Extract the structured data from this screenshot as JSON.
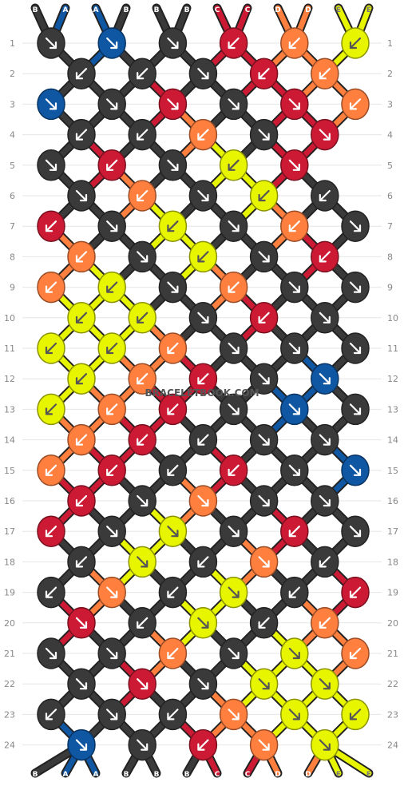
{
  "colors": {
    "A": "#0f56a3",
    "B": "#3a3a3a",
    "C": "#cc1a34",
    "D": "#ff7f3f",
    "E": "#e8f500"
  },
  "icons": {
    "forward": "arrow-down-right",
    "backward": "arrow-down-left"
  },
  "watermark": "BRACELETBOOK.COM",
  "top_labels": [
    "B",
    "A",
    "A",
    "B",
    "B",
    "B",
    "C",
    "C",
    "D",
    "D",
    "E",
    "E"
  ],
  "bottom_labels": [
    "B",
    "A",
    "A",
    "B",
    "B",
    "B",
    "C",
    "C",
    "D",
    "D",
    "E",
    "E"
  ],
  "row_numbers": [
    "1",
    "2",
    "3",
    "4",
    "5",
    "6",
    "7",
    "8",
    "9",
    "10",
    "11",
    "12",
    "13",
    "14",
    "15",
    "16",
    "17",
    "18",
    "19",
    "20",
    "21",
    "22",
    "23",
    "24"
  ],
  "knot_colors": [
    [
      "B",
      "A",
      "B",
      "C",
      "D",
      "E"
    ],
    [
      "B",
      "B",
      "B",
      "C",
      "D"
    ],
    [
      "A",
      "B",
      "C",
      "B",
      "C",
      "D"
    ],
    [
      "B",
      "B",
      "D",
      "B",
      "C"
    ],
    [
      "B",
      "C",
      "B",
      "E",
      "C"
    ],
    [
      "B",
      "D",
      "B",
      "E",
      "B"
    ],
    [
      "C",
      "B",
      "E",
      "B",
      "D",
      "B"
    ],
    [
      "D",
      "B",
      "E",
      "B",
      "C"
    ],
    [
      "D",
      "E",
      "B",
      "D",
      "B",
      "B"
    ],
    [
      "E",
      "E",
      "B",
      "C",
      "B"
    ],
    [
      "E",
      "E",
      "D",
      "B",
      "B",
      "B"
    ],
    [
      "E",
      "D",
      "C",
      "B",
      "A"
    ],
    [
      "E",
      "D",
      "C",
      "B",
      "A",
      "B"
    ],
    [
      "D",
      "C",
      "B",
      "B",
      "B"
    ],
    [
      "D",
      "C",
      "B",
      "C",
      "B",
      "A"
    ],
    [
      "C",
      "B",
      "D",
      "B",
      "B"
    ],
    [
      "C",
      "B",
      "E",
      "B",
      "C",
      "B"
    ],
    [
      "B",
      "E",
      "B",
      "D",
      "B"
    ],
    [
      "B",
      "D",
      "B",
      "E",
      "B",
      "C"
    ],
    [
      "C",
      "B",
      "E",
      "B",
      "D"
    ],
    [
      "B",
      "B",
      "D",
      "B",
      "E",
      "D"
    ],
    [
      "B",
      "C",
      "B",
      "E",
      "E"
    ],
    [
      "B",
      "B",
      "B",
      "D",
      "E",
      "E"
    ],
    [
      "A",
      "B",
      "C",
      "D",
      "E"
    ]
  ],
  "knot_directions": [
    [
      "f",
      "f",
      "f",
      "b",
      "b",
      "b"
    ],
    [
      "b",
      "b",
      "f",
      "b",
      "b"
    ],
    [
      "f",
      "f",
      "f",
      "f",
      "f",
      "b"
    ],
    [
      "b",
      "b",
      "b",
      "f",
      "f"
    ],
    [
      "f",
      "b",
      "f",
      "b",
      "f"
    ],
    [
      "f",
      "b",
      "f",
      "b",
      "b"
    ],
    [
      "b",
      "f",
      "b",
      "f",
      "b",
      "f"
    ],
    [
      "b",
      "f",
      "b",
      "f",
      "b"
    ],
    [
      "b",
      "b",
      "f",
      "b",
      "f",
      "f"
    ],
    [
      "b",
      "b",
      "f",
      "b",
      "f"
    ],
    [
      "b",
      "b",
      "b",
      "f",
      "f",
      "f"
    ],
    [
      "b",
      "b",
      "b",
      "f",
      "f"
    ],
    [
      "b",
      "b",
      "b",
      "f",
      "f",
      "f"
    ],
    [
      "b",
      "b",
      "b",
      "f",
      "f"
    ],
    [
      "b",
      "b",
      "b",
      "b",
      "f",
      "f"
    ],
    [
      "b",
      "f",
      "f",
      "f",
      "f"
    ],
    [
      "b",
      "f",
      "f",
      "f",
      "b",
      "f"
    ],
    [
      "b",
      "f",
      "b",
      "f",
      "b"
    ],
    [
      "b",
      "f",
      "b",
      "f",
      "b",
      "b"
    ],
    [
      "f",
      "b",
      "f",
      "b",
      "b"
    ],
    [
      "f",
      "f",
      "b",
      "f",
      "f",
      "b"
    ],
    [
      "f",
      "f",
      "f",
      "f",
      "f"
    ],
    [
      "b",
      "f",
      "b",
      "f",
      "f",
      "b"
    ],
    [
      "f",
      "f",
      "b",
      "f",
      "f"
    ]
  ]
}
